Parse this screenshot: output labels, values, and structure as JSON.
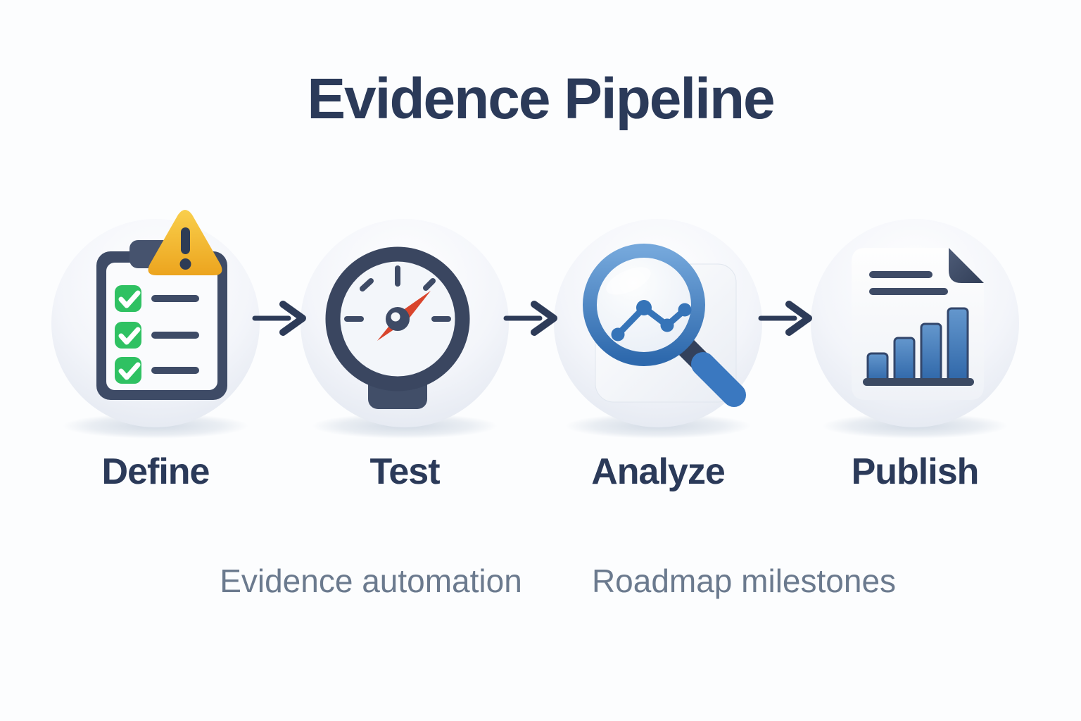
{
  "title": "Evidence Pipeline",
  "steps": [
    {
      "label": "Define",
      "icon": "checklist-warning-icon"
    },
    {
      "label": "Test",
      "icon": "gauge-icon"
    },
    {
      "label": "Analyze",
      "icon": "magnifier-chart-icon"
    },
    {
      "label": "Publish",
      "icon": "report-bar-chart-icon"
    }
  ],
  "captions": [
    {
      "text": "Evidence automation"
    },
    {
      "text": "Roadmap milestones"
    }
  ],
  "colors": {
    "background": "#fcfdfe",
    "title_text": "#2b3a59",
    "step_label_text": "#2b3a59",
    "caption_text": "#6b7a8e",
    "arrow": "#2d3b58",
    "icon_navy": "#3e4b66",
    "circle_fill": "#edf1f7",
    "accent_green": "#2fc162",
    "accent_yellow": "#f2b52c",
    "accent_red": "#d9452c",
    "accent_blue": "#3674b8"
  }
}
